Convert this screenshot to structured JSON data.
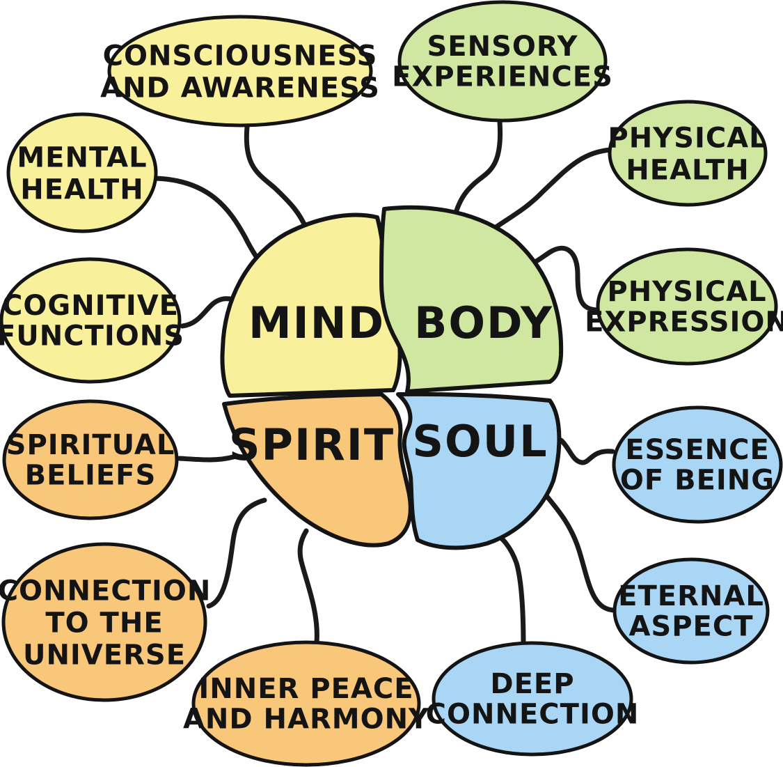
{
  "colors": {
    "mind": "#f8f09a",
    "body": "#cfe7a0",
    "spirit": "#f8c77a",
    "soul": "#a9d6f5",
    "outline": "#141414",
    "background": "#ffffff"
  },
  "core": {
    "mind": "MIND",
    "body": "BODY",
    "spirit": "SPIRIT",
    "soul": "SOUL"
  },
  "bubbles": {
    "consciousness": [
      "CONSCIOUSNESS",
      "AND AWARENESS"
    ],
    "mental_health": [
      "MENTAL",
      "HEALTH"
    ],
    "cognitive": [
      "COGNITIVE",
      "FUNCTIONS"
    ],
    "sensory": [
      "SENSORY",
      "EXPERIENCES"
    ],
    "physical_health": [
      "PHYSICAL",
      "HEALTH"
    ],
    "physical_expression": [
      "PHYSICAL",
      "EXPRESSION"
    ],
    "spiritual_beliefs": [
      "SPIRITUAL",
      "BELIEFS"
    ],
    "universe": [
      "CONNECTION",
      "TO THE",
      "UNIVERSE"
    ],
    "inner_peace": [
      "INNER PEACE",
      "AND HARMONY"
    ],
    "essence": [
      "ESSENCE",
      "OF BEING"
    ],
    "eternal": [
      "ETERNAL",
      "ASPECT"
    ],
    "deep_connection": [
      "DEEP",
      "CONNECTION"
    ]
  }
}
